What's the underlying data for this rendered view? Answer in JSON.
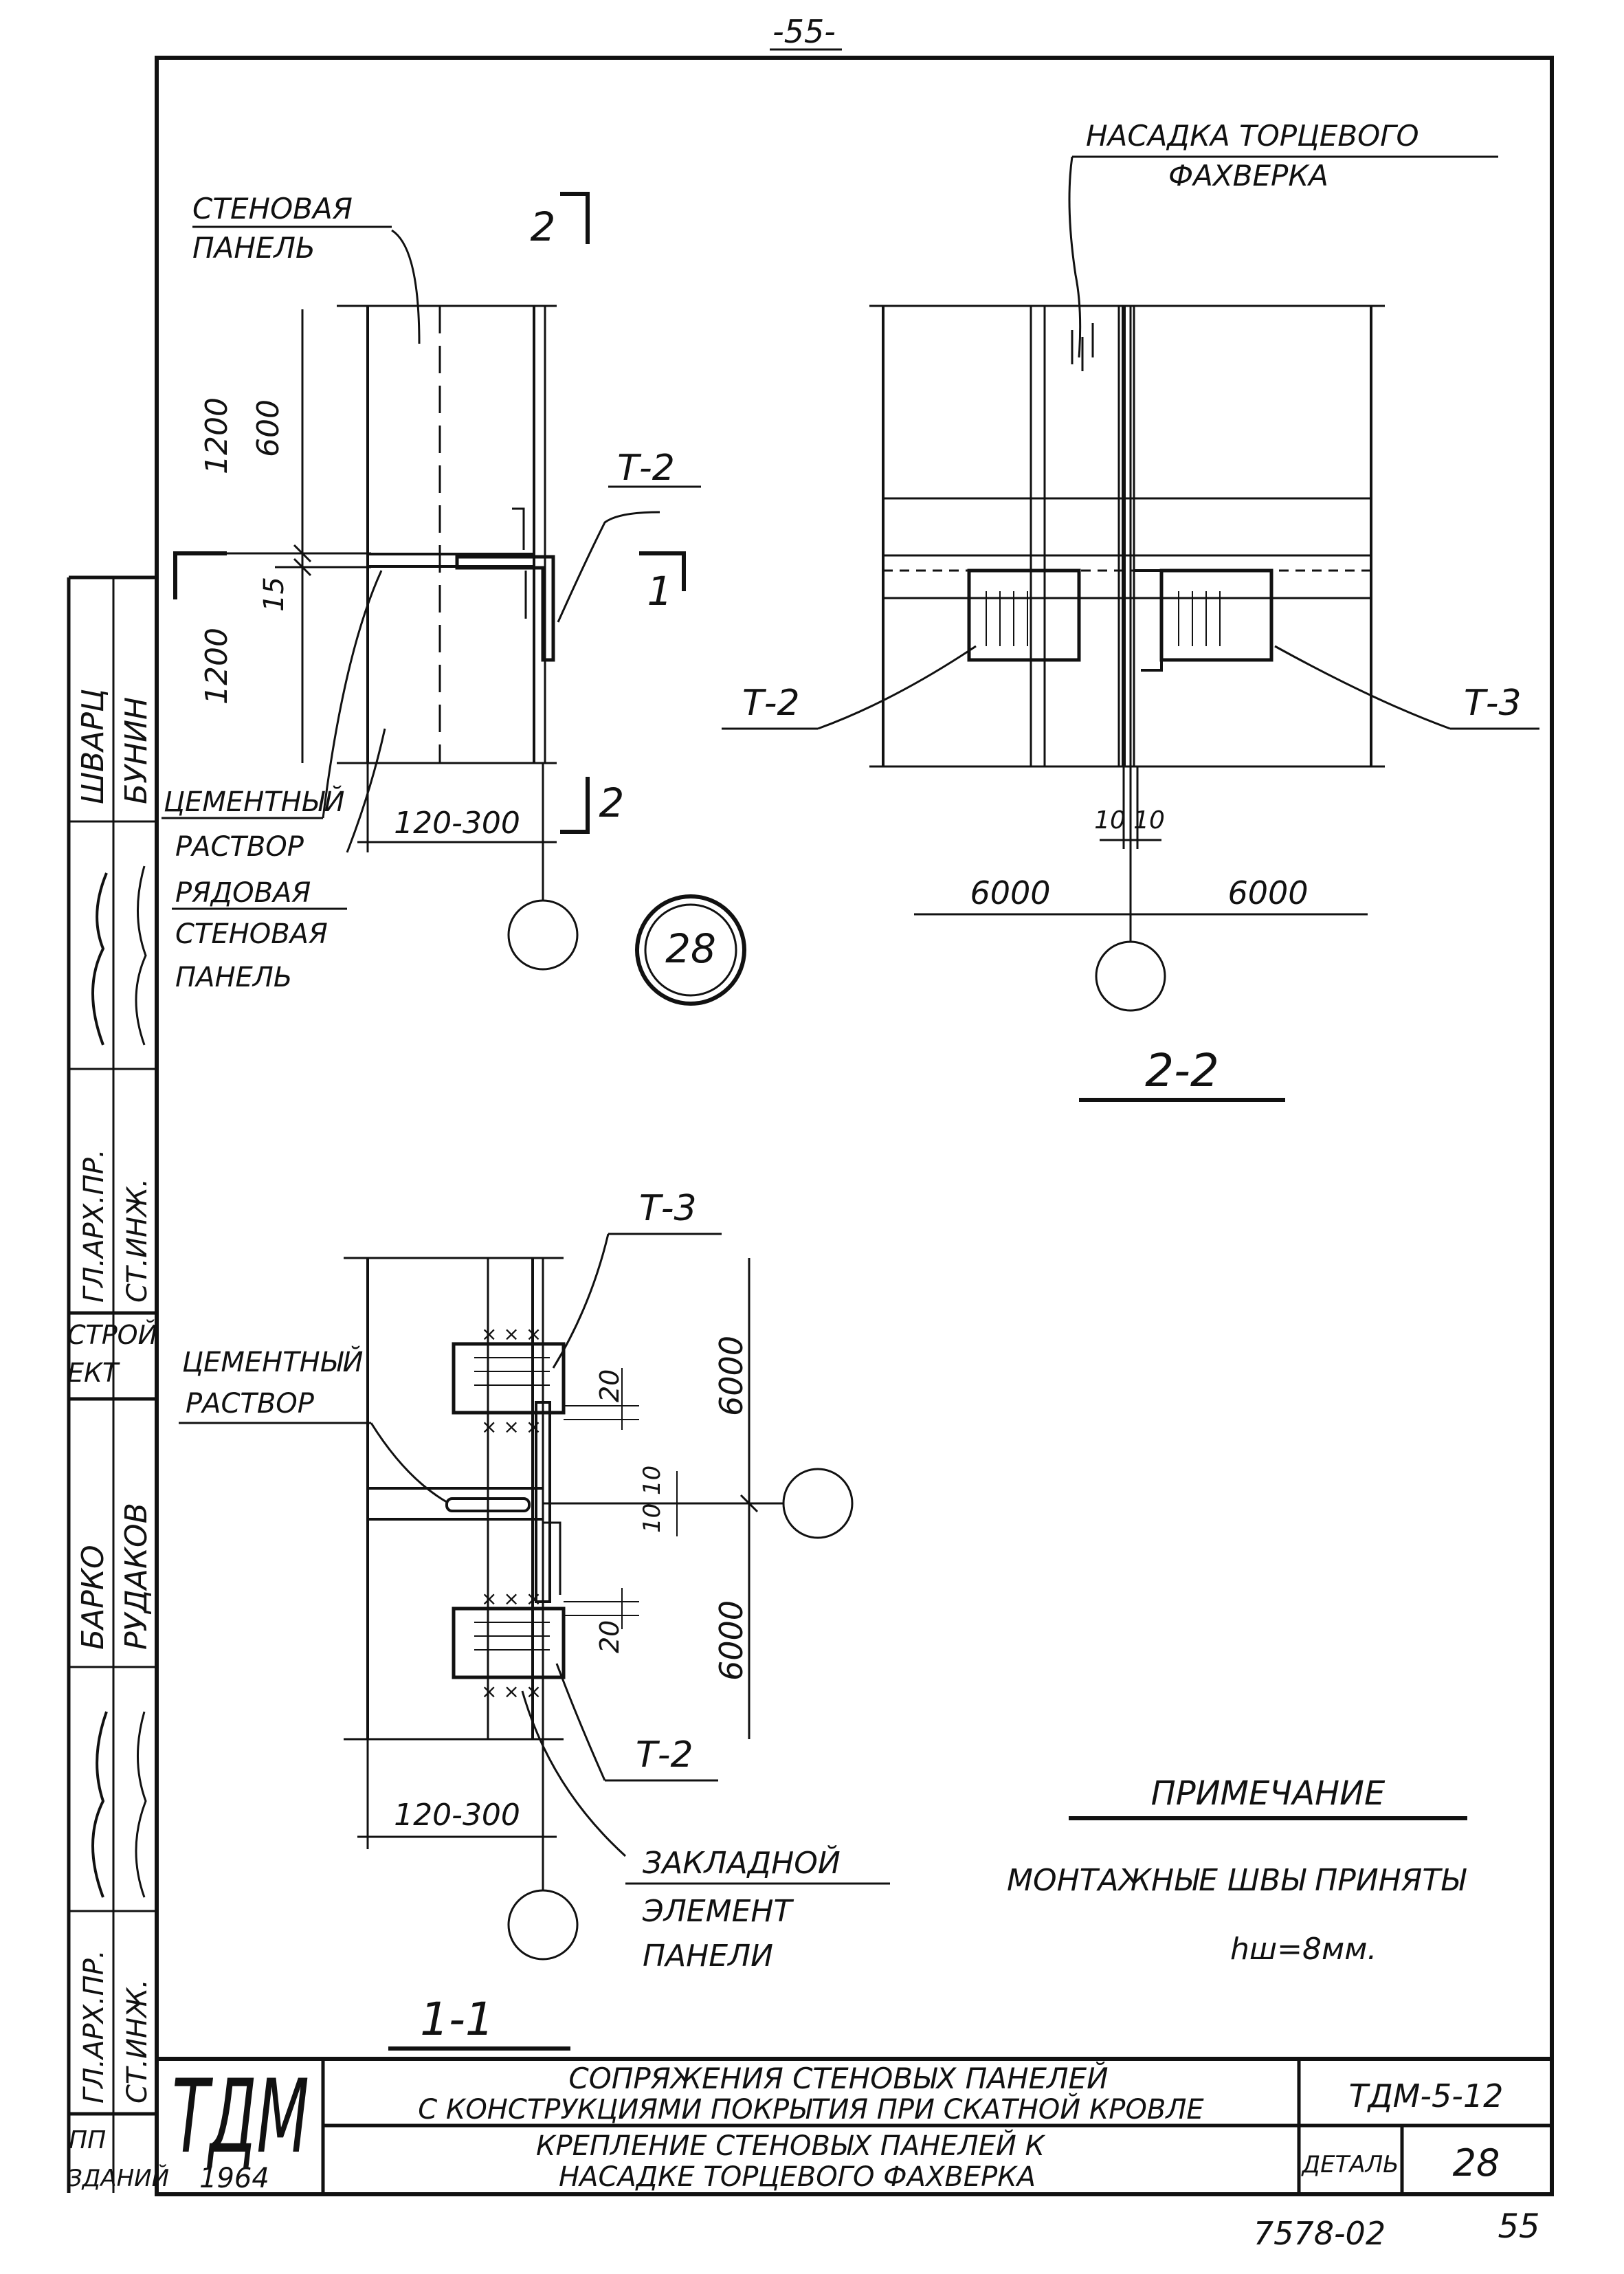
{
  "page": {
    "number_top": "-55-",
    "page_number_bottom": "55",
    "inventory_number": "7578-02"
  },
  "section_2_2": {
    "title": "2-2",
    "label_top": [
      "НАСАДКА ТОРЦЕВОГО",
      "ФАХВЕРКА"
    ],
    "label_left": "Т-2",
    "label_right": "Т-3",
    "dim_gap_left": "10",
    "dim_gap_right": "10",
    "dim_span_left": "6000",
    "dim_span_right": "6000"
  },
  "section_top_left": {
    "label_panel": [
      "СТЕНОВАЯ",
      "ПАНЕЛЬ"
    ],
    "cut_mark_2": "2",
    "cut_mark_1": "1",
    "label_t2": "Т-2",
    "dim_top_a": "1200",
    "dim_top_b": "600",
    "dim_joint": "15",
    "dim_bottom": "1200",
    "label_mortar": [
      "ЦЕМЕНТНЫЙ",
      "РАСТВОР"
    ],
    "label_row_panel": [
      "РЯДОВАЯ",
      "СТЕНОВАЯ",
      "ПАНЕЛЬ"
    ],
    "dim_width": "120-300",
    "detail_number": "28"
  },
  "section_1_1": {
    "title": "1-1",
    "label_t3": "Т-3",
    "label_t2": "Т-2",
    "label_mortar": [
      "ЦЕМЕНТНЫЙ",
      "РАСТВОР"
    ],
    "dim_upper_gap": "20",
    "dim_lower_gap": "20",
    "dim_joint": "10",
    "dim_joint_b": "10",
    "dim_upper_span": "6000",
    "dim_lower_span": "6000",
    "dim_width": "120-300",
    "label_embedded": [
      "ЗАКЛАДНОЙ",
      "ЭЛЕМЕНТ",
      "ПАНЕЛИ"
    ]
  },
  "note": {
    "title": "ПРИМЕЧАНИЕ",
    "text": "МОНТАЖНЫЕ ШВЫ ПРИНЯТЫ",
    "formula": "hш=8мм."
  },
  "left_stamp": {
    "upper": [
      "ШВАРЦ",
      "БУНИН",
      "ГЛ.АРХ.ПР.",
      "СТ.ИНЖ."
    ],
    "middle": [
      "СТРОЙ",
      "ЕКТ"
    ],
    "lower": [
      "БАРКО",
      "РУДАКОВ",
      "ГЛ.АРХ.ПР.",
      "СТ.ИНЖ."
    ],
    "bottom": [
      "ПП",
      "ЗДАНИЙ"
    ]
  },
  "title_block": {
    "logo": "ТДМ",
    "year": "1964",
    "title_line1": "СОПРЯЖЕНИЯ СТЕНОВЫХ ПАНЕЛЕЙ",
    "title_line2": "С КОНСТРУКЦИЯМИ ПОКРЫТИЯ ПРИ СКАТНОЙ КРОВЛЕ",
    "subtitle_line1": "КРЕПЛЕНИЕ СТЕНОВЫХ ПАНЕЛЕЙ К",
    "subtitle_line2": "НАСАДКЕ ТОРЦЕВОГО ФАХВЕРКА",
    "series_code": "ТДМ-5-12",
    "detail_label": "ДЕТАЛЬ",
    "detail_number": "28"
  }
}
